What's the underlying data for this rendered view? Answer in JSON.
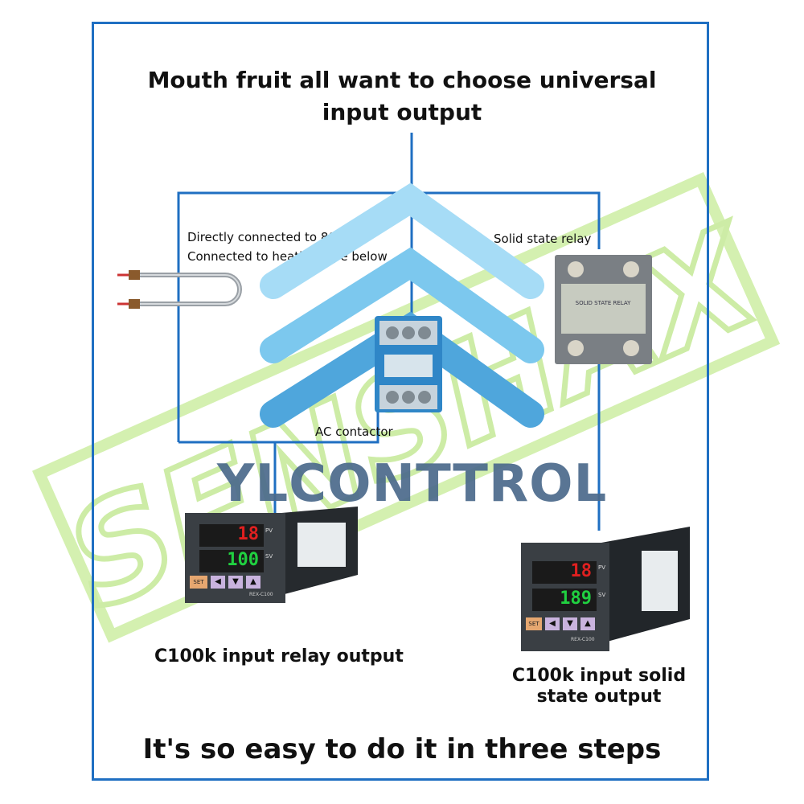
{
  "title": "Mouth fruit all want to choose universal input output",
  "heater_label_line1": "Directly connected to 800W",
  "heater_label_line2": "Connected to heating pipe below",
  "ssr_label": "Solid state relay",
  "contactor_label": "AC contactor",
  "brand_text": "YLCONTTROL",
  "watermark_text": "SENSHAX",
  "left_caption": "C100k input relay output",
  "right_caption_line1": "C100k input solid",
  "right_caption_line2": "state output",
  "footer": "It's so easy to do it in three steps",
  "left_controller": {
    "pv": "18",
    "sv": "100",
    "model": "REX-C100",
    "pv_tag": "PV",
    "sv_tag": "SV",
    "set_key": "SET"
  },
  "right_controller": {
    "pv": "18",
    "sv": "189",
    "model": "REX-C100",
    "pv_tag": "PV",
    "sv_tag": "SV",
    "set_key": "SET"
  },
  "ssr_panel_text": "SOLID STATE RELAY",
  "colors": {
    "wire": "#1f6fc2",
    "watermark": "#d4f0b0",
    "chevron": "#5fb6e6",
    "pv_digits": "#e02020",
    "sv_digits": "#20d040"
  }
}
